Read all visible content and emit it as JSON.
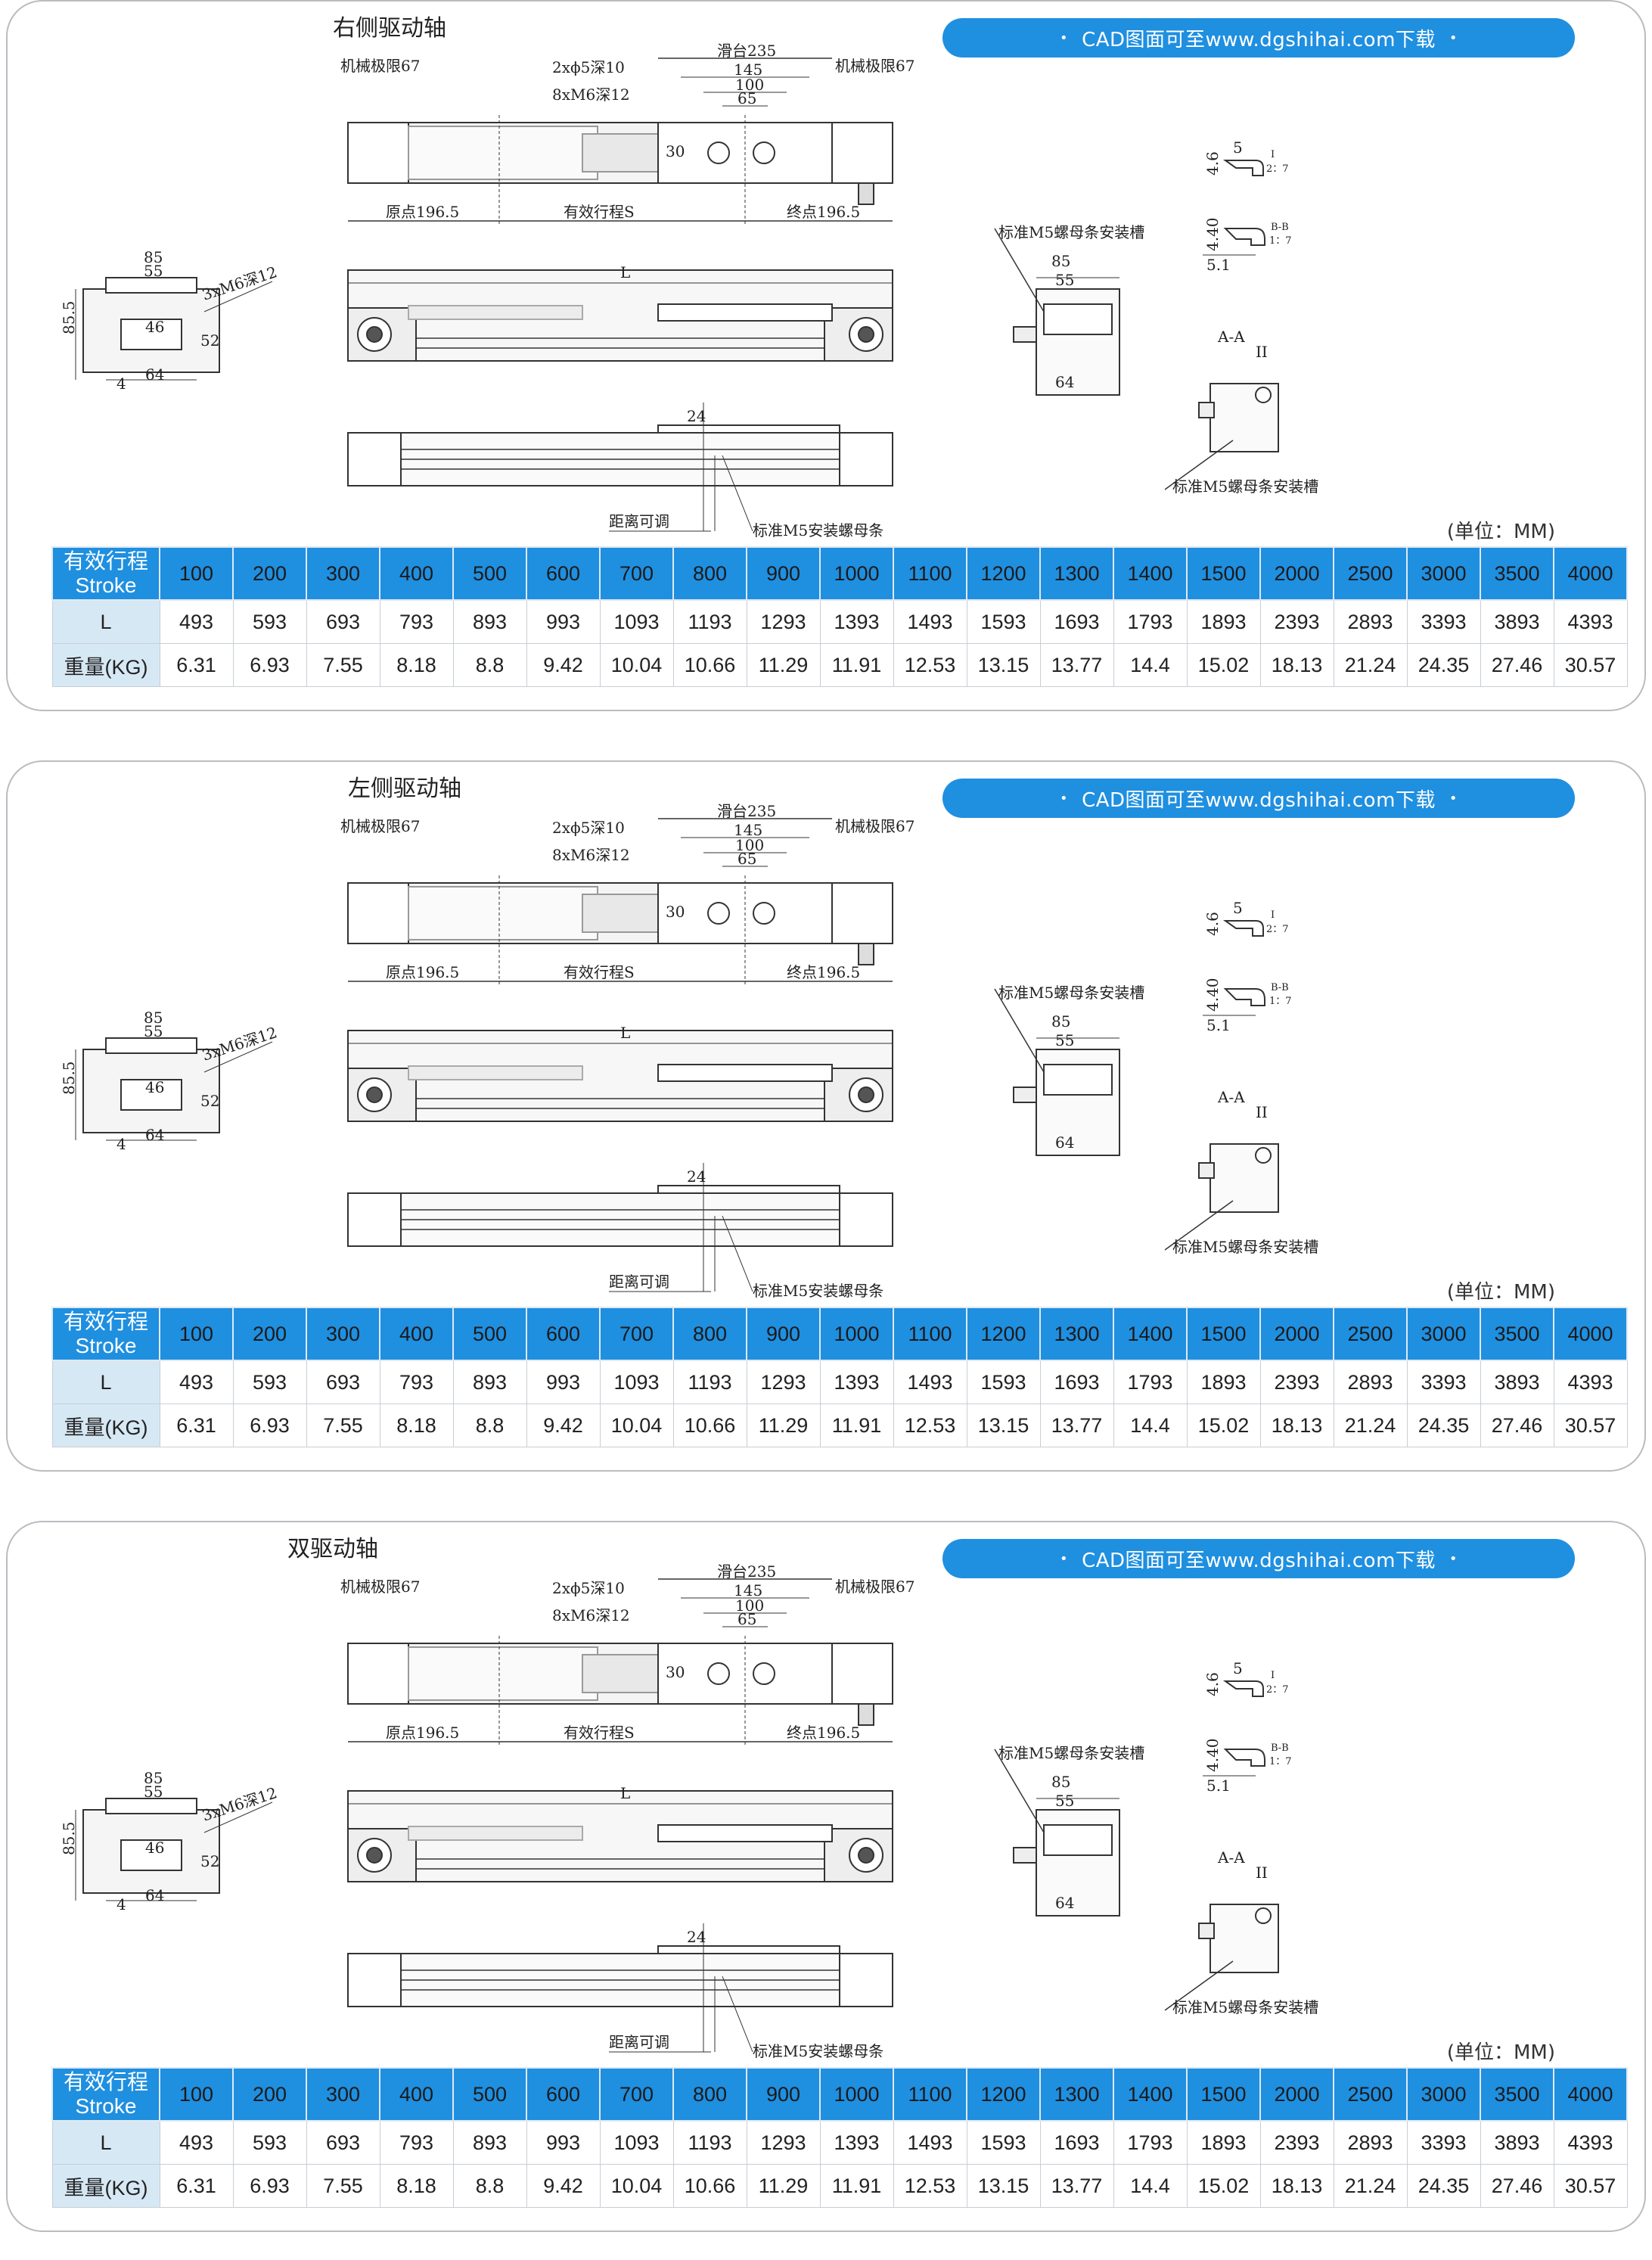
{
  "banner": {
    "text": "CAD图面可至www.dgshihai.com下载",
    "dot": "•",
    "color": "#1f8fe0"
  },
  "unit_label": "(单位：MM)",
  "labels": {
    "mech_limit": "机械极限67",
    "hole1": "2xϕ5深10",
    "hole2": "8xM6深12",
    "slide": "滑台235",
    "d145": "145",
    "d100": "100",
    "d65": "65",
    "d30": "30",
    "origin": "原点196.5",
    "stroke": "有效行程S",
    "end": "终点196.5",
    "L": "L",
    "d85": "85",
    "d55": "55",
    "d46": "46",
    "d64": "64",
    "d52": "52",
    "d855": "85.5",
    "d4": "4",
    "m6": "3xM6深12",
    "d24": "24",
    "adjust": "距离可调",
    "nut": "标准M5安装螺母条",
    "slot": "标准M5螺母条安装槽",
    "d5": "5",
    "d46b": "4.6",
    "d440": "4.40",
    "d51": "5.1",
    "r_i": "I",
    "r_27": "2：7",
    "bb": "B-B",
    "r_17": "1：7",
    "aa": "A-A",
    "ii": "II"
  },
  "sections": [
    {
      "title": "右侧驱动轴"
    },
    {
      "title": "左侧驱动轴"
    },
    {
      "title": "双驱动轴"
    }
  ],
  "table": {
    "header_label": [
      "有效行程",
      "Stroke"
    ],
    "strokes": [
      "100",
      "200",
      "300",
      "400",
      "500",
      "600",
      "700",
      "800",
      "900",
      "1000",
      "1100",
      "1200",
      "1300",
      "1400",
      "1500",
      "2000",
      "2500",
      "3000",
      "3500",
      "4000"
    ],
    "rows": [
      {
        "label": "L",
        "values": [
          "493",
          "593",
          "693",
          "793",
          "893",
          "993",
          "1093",
          "1193",
          "1293",
          "1393",
          "1493",
          "1593",
          "1693",
          "1793",
          "1893",
          "2393",
          "2893",
          "3393",
          "3893",
          "4393"
        ]
      },
      {
        "label": "重量(KG)",
        "values": [
          "6.31",
          "6.93",
          "7.55",
          "8.18",
          "8.8",
          "9.42",
          "10.04",
          "10.66",
          "11.29",
          "11.91",
          "12.53",
          "13.15",
          "13.77",
          "14.4",
          "15.02",
          "18.13",
          "21.24",
          "24.35",
          "27.46",
          "30.57"
        ]
      }
    ]
  }
}
